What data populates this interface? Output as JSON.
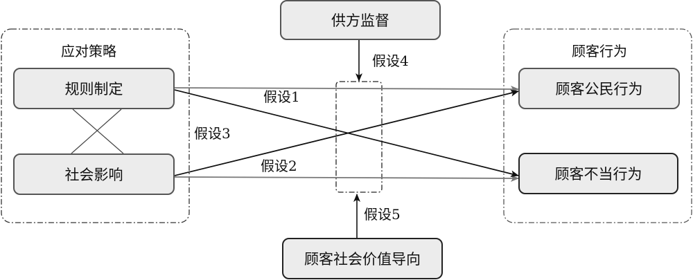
{
  "groups": {
    "coping": {
      "title": "应对策略",
      "items": [
        "规则制定",
        "社会影响"
      ]
    },
    "customer": {
      "title": "顾客行为",
      "items": [
        "顾客公民行为",
        "顾客不当行为"
      ]
    }
  },
  "moderators": {
    "top": "供方监督",
    "bottom": "顾客社会价值导向"
  },
  "hypotheses": {
    "h1": "假设1",
    "h2": "假设2",
    "h3": "假设3",
    "h4": "假设4",
    "h5": "假设5"
  },
  "colors": {
    "box_fill": "#ececec",
    "gray_line": "#777777",
    "black_line": "#111111"
  }
}
